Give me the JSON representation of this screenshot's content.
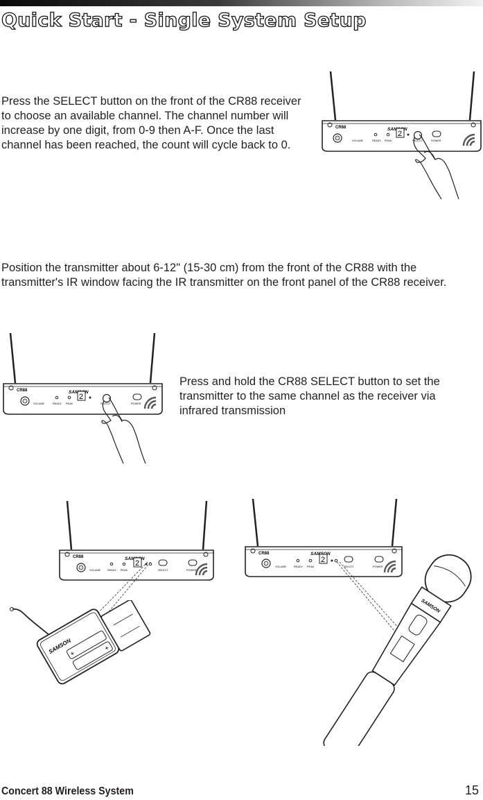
{
  "header": {
    "title": "Quick Start - Single System Setup"
  },
  "steps": [
    {
      "text": "Press the SELECT button on the front of the CR88 receiver to choose an available channel. The channel number will increase by one digit, from 0-9 then A-F. Once the last channel has been reached, the count will cycle back to 0."
    },
    {
      "text": "Position the transmitter about 6-12\" (15-30 cm) from the front of the CR88 with the transmitter's IR window facing the IR transmitter on the front panel of the CR88 receiver."
    },
    {
      "text": "Press and hold the CR88 SELECT button to set the transmitter to the same channel as the receiver via infrared transmission"
    }
  ],
  "receiver_panel": {
    "brand": "SAMSON",
    "model": "CR88",
    "volume_label": "VOLUME",
    "ready_label": "READY",
    "peak_label": "PEAK",
    "select_label": "SELECT",
    "power_label": "POWER",
    "channel_display": "2"
  },
  "transmitter_brand": "SAMSON",
  "footer": {
    "title": "Concert 88 Wireless System",
    "page_number": "15"
  }
}
